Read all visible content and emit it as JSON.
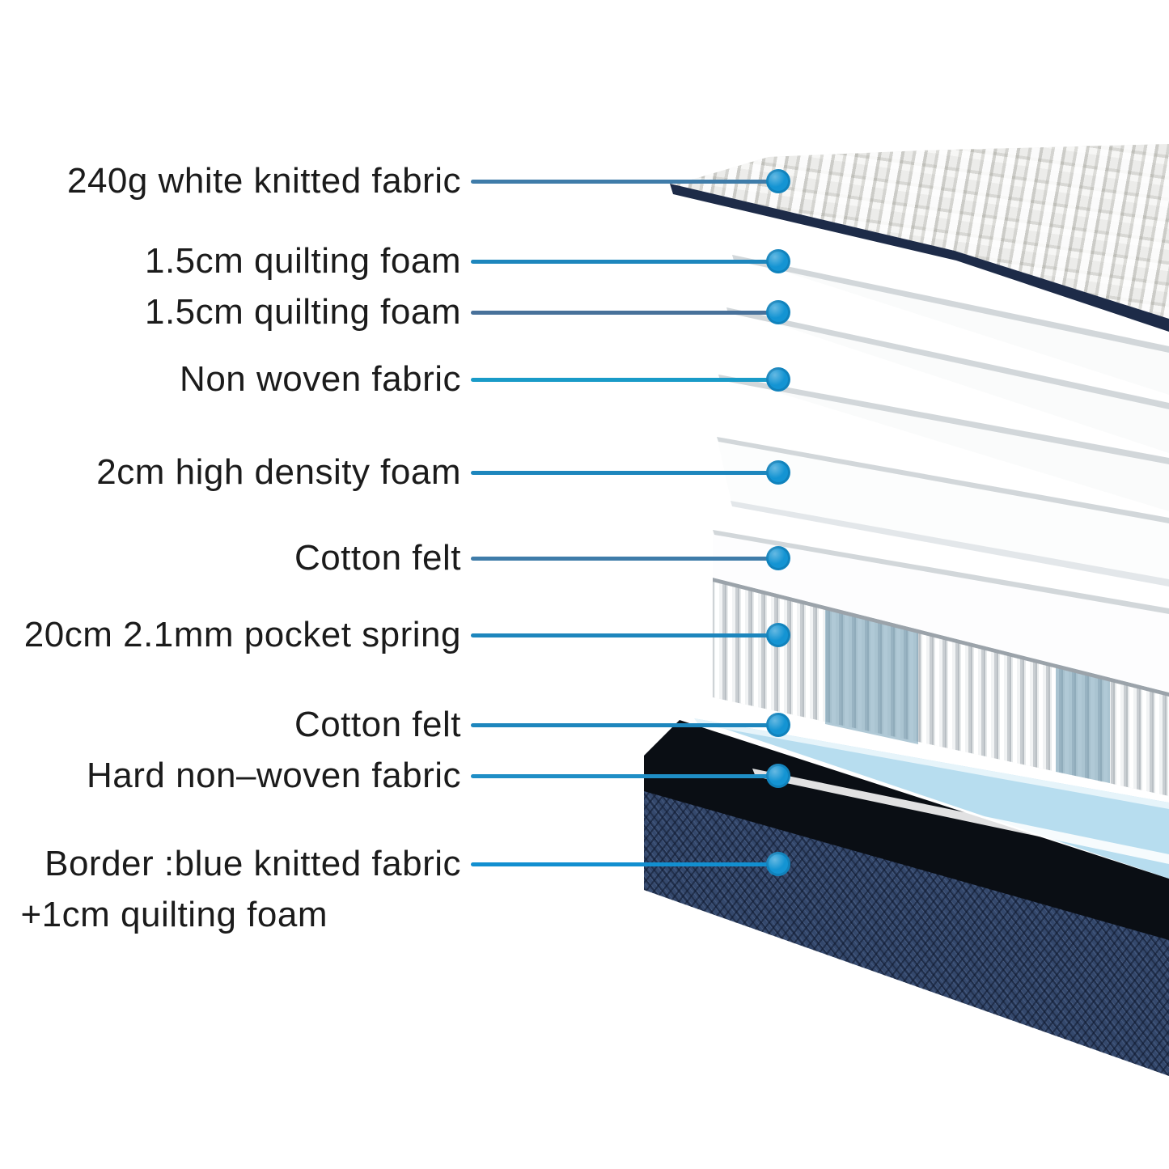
{
  "diagram": {
    "type": "mattress-layer-callout-diagram",
    "background": "#ffffff"
  },
  "labels": [
    {
      "text": "240g white knitted fabric",
      "line_color": "#3f7ca9"
    },
    {
      "text": "1.5cm quilting foam",
      "line_color": "#1d86bd"
    },
    {
      "text": "1.5cm quilting foam",
      "line_color": "#48719a"
    },
    {
      "text": "Non woven fabric",
      "line_color": "#199bc8"
    },
    {
      "text": "2cm high density foam",
      "line_color": "#1d86bd"
    },
    {
      "text": "Cotton felt",
      "line_color": "#3f7ca9"
    },
    {
      "text": "20cm 2.1mm pocket spring",
      "line_color": "#1d86bd"
    },
    {
      "text": "Cotton felt",
      "line_color": "#1d86bd"
    },
    {
      "text": "Hard non–woven fabric",
      "line_color": "#1f8ec6"
    },
    {
      "text": "Border :blue knitted fabric",
      "text2": "+1cm quilting foam",
      "line_color": "#128fd0"
    }
  ],
  "marker_color": "#1494d3",
  "colors": {
    "top_fabric_base": "#e3e3e0",
    "binding_edge_navy": "#1d2b48",
    "felt_blue": "#b7ddef",
    "base_shadow_black": "#0a0e14",
    "base_navy": "#34486c",
    "spring_blue_tint": "#6f9cb4"
  }
}
